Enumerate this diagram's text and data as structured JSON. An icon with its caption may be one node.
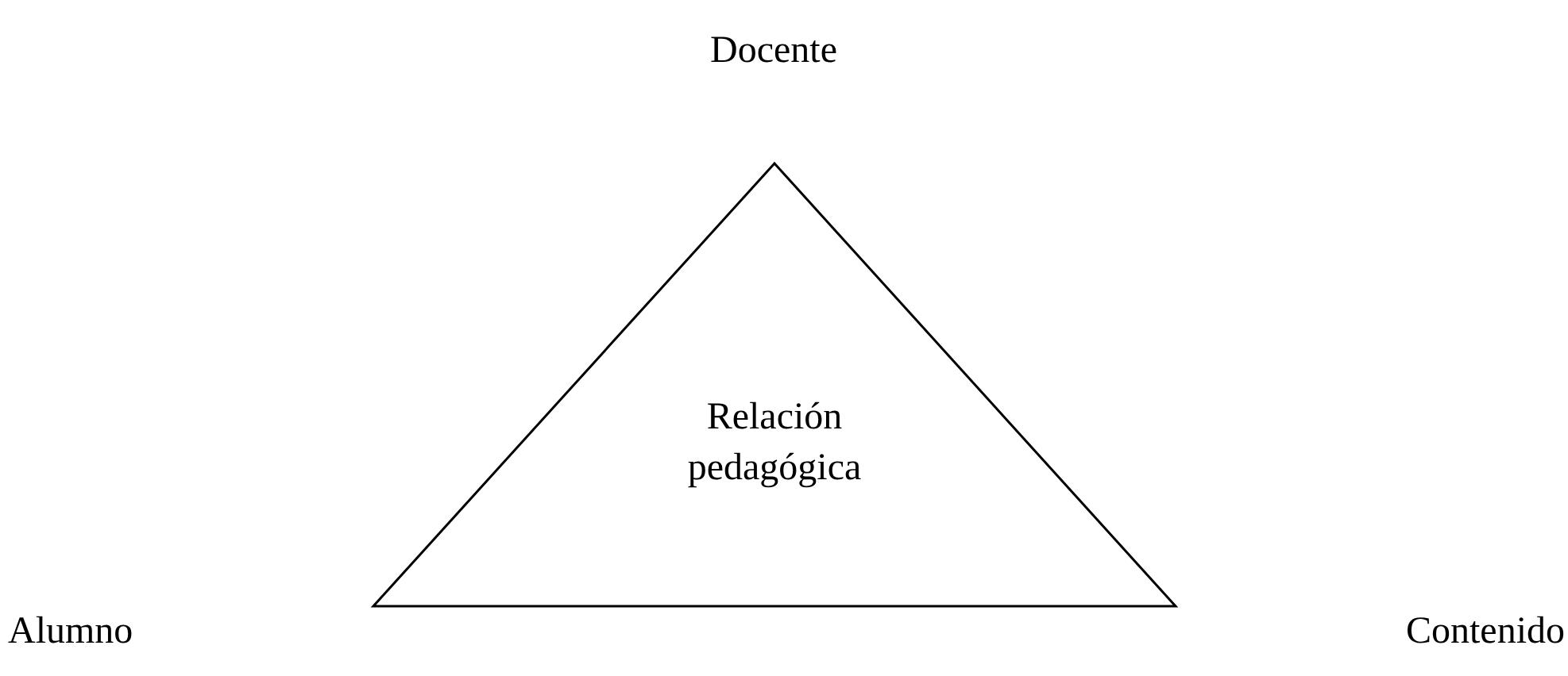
{
  "diagram": {
    "nodes": [
      {
        "text": [
          "Relación pedagógica"
        ]
      }
    ],
    "labels": [
      "Docente",
      "Alumno",
      "Contenido"
    ]
  }
}
